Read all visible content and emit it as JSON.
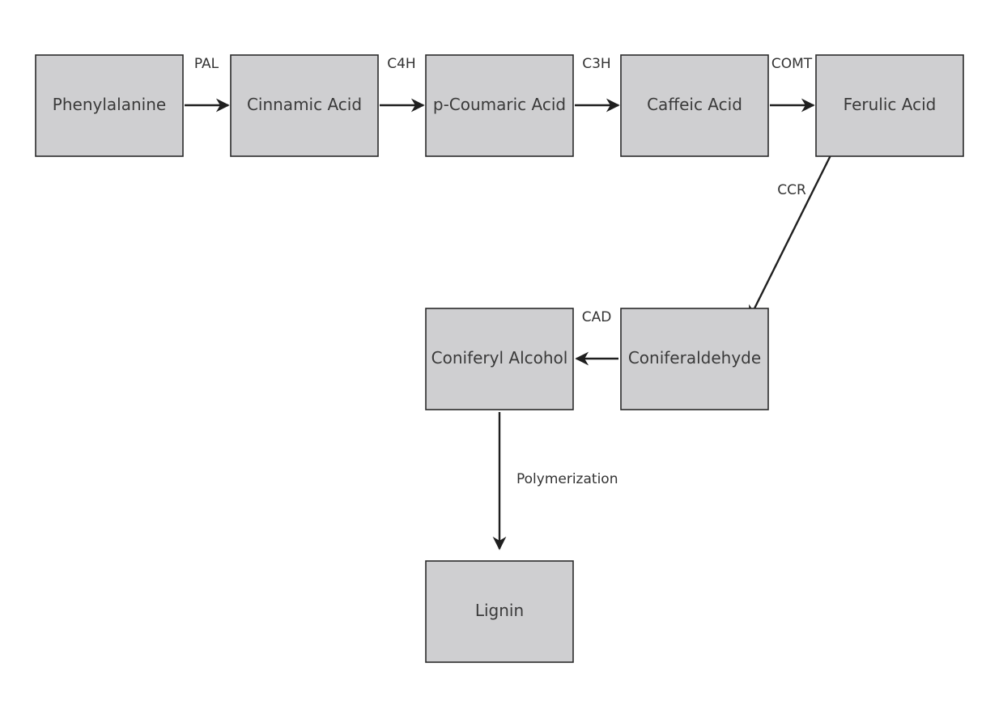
{
  "nodes": [
    {
      "id": "phenylalanine",
      "label": "Phenylalanine"
    },
    {
      "id": "cinnamic-acid",
      "label": "Cinnamic Acid"
    },
    {
      "id": "p-coumaric-acid",
      "label": "p-Coumaric Acid"
    },
    {
      "id": "caffeic-acid",
      "label": "Caffeic Acid"
    },
    {
      "id": "ferulic-acid",
      "label": "Ferulic Acid"
    },
    {
      "id": "coniferaldehyde",
      "label": "Coniferaldehyde"
    },
    {
      "id": "coniferyl-alcohol",
      "label": "Coniferyl Alcohol"
    },
    {
      "id": "lignin",
      "label": "Lignin"
    }
  ],
  "edges": [
    {
      "from": "phenylalanine",
      "to": "cinnamic-acid",
      "label": "PAL"
    },
    {
      "from": "cinnamic-acid",
      "to": "p-coumaric-acid",
      "label": "C4H"
    },
    {
      "from": "p-coumaric-acid",
      "to": "caffeic-acid",
      "label": "C3H"
    },
    {
      "from": "caffeic-acid",
      "to": "ferulic-acid",
      "label": "COMT"
    },
    {
      "from": "ferulic-acid",
      "to": "coniferaldehyde",
      "label": "CCR"
    },
    {
      "from": "coniferaldehyde",
      "to": "coniferyl-alcohol",
      "label": "CAD"
    },
    {
      "from": "coniferyl-alcohol",
      "to": "lignin",
      "label": "Polymerization"
    }
  ],
  "colors": {
    "node_fill": "#cfcfd1",
    "node_stroke": "#2a2a2a",
    "edge": "#1f1f1f",
    "text": "#3a3a3a"
  }
}
